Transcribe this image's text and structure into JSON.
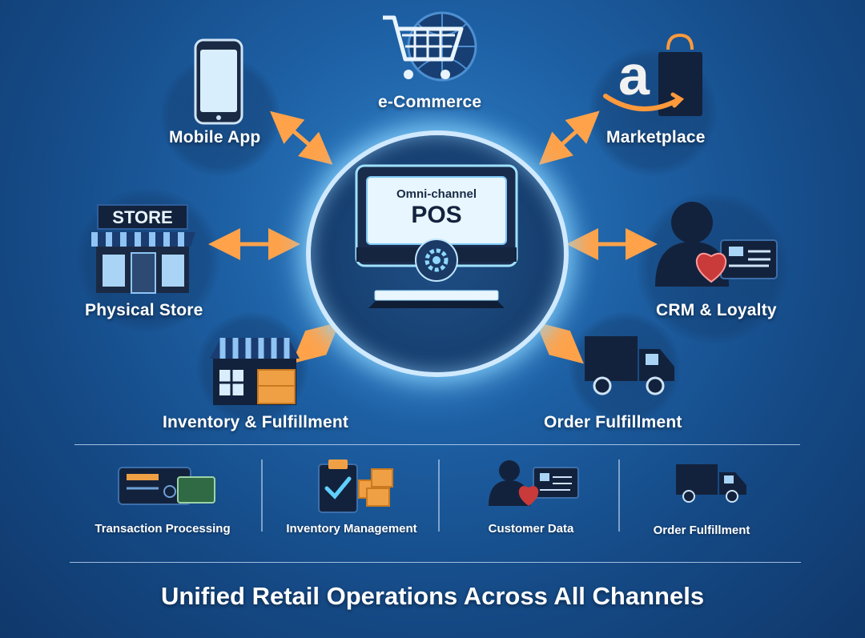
{
  "hub": {
    "subtitle": "Omni-channel",
    "title": "POS"
  },
  "channels": {
    "ecommerce": "e-Commerce",
    "mobile_app": "Mobile App",
    "marketplace": "Marketplace",
    "physical_store": "Physical Store",
    "store_sign": "STORE",
    "crm": "CRM & Loyalty",
    "inventory_fulfillment": "Inventory & Fulfillment",
    "order_fulfillment": "Order Fulfillment",
    "marketplace_logo_letter": "a"
  },
  "features": [
    {
      "label": "Transaction Processing"
    },
    {
      "label": "Inventory Management"
    },
    {
      "label": "Customer Data"
    },
    {
      "label": "Order Fulfillment"
    }
  ],
  "footer": {
    "title": "Unified Retail Operations Across All Channels"
  },
  "colors": {
    "accent_orange": "#ff9a3c",
    "glow_blue": "#9fe2ff",
    "icon_navy": "#16233f"
  }
}
